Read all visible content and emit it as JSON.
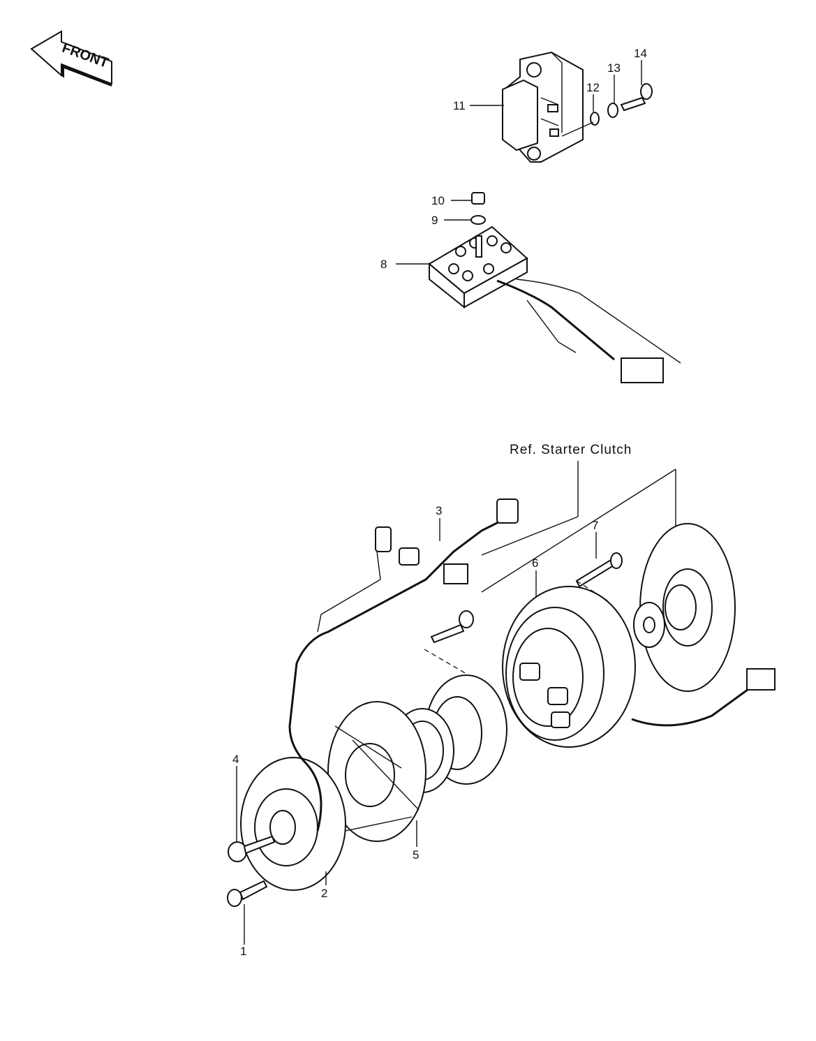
{
  "front_label": "FRONT",
  "ref_label": "Ref. Starter Clutch",
  "callouts": {
    "c1": "1",
    "c2": "2",
    "c3": "3",
    "c4": "4",
    "c5": "5",
    "c6": "6",
    "c7": "7",
    "c8": "8",
    "c9": "9",
    "c10": "10",
    "c11": "11",
    "c12": "12",
    "c13": "13",
    "c14": "14"
  }
}
